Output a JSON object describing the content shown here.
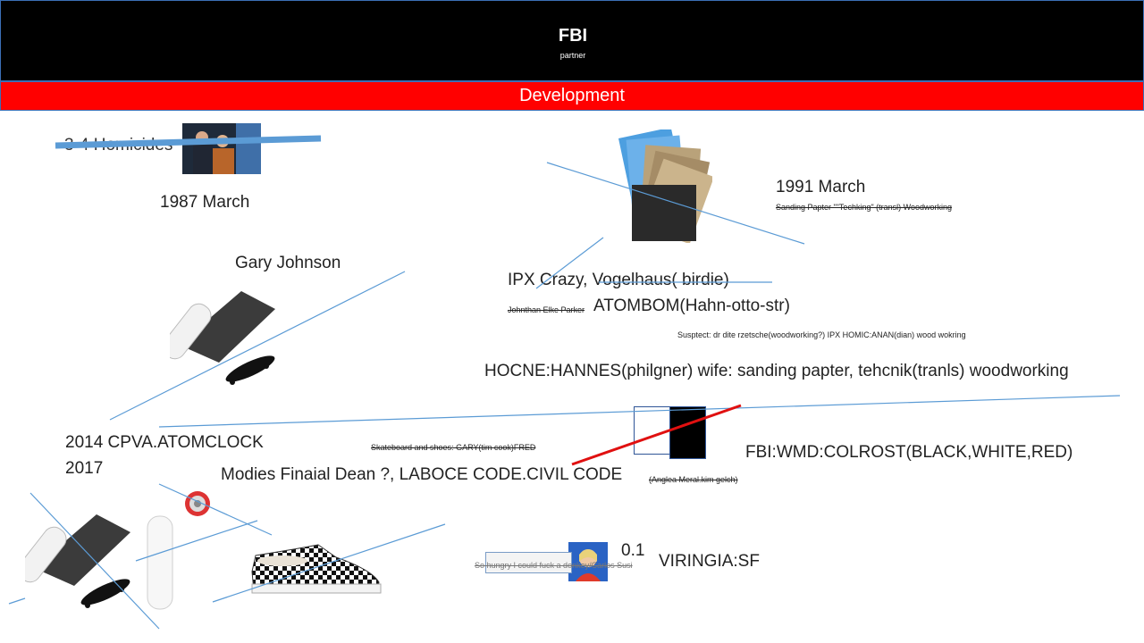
{
  "header": {
    "title": "FBI",
    "subtitle": "partner"
  },
  "band": {
    "label": "Development"
  },
  "texts": {
    "homicides": "3-4 Homicides",
    "march_1987": "1987 March",
    "march_1991": "1991 March",
    "sanding_note": "Sanding Papter \"\"Techking\" (transl) Woodworking",
    "gary": "Gary Johnson",
    "ipx_crazy": "IPX Crazy, Vogelhaus( birdie)",
    "johnathan": "Johnthan Elke Parker",
    "atombom": "ATOMBOM(Hahn-otto-str)",
    "suspect": "Susptect: dr dite rzetsche(woodworking?) IPX HOMIC:ANAN(dian) wood wokring",
    "hocne": "HOCNE:HANNES(philgner) wife:  sanding papter, tehcnik(tranls) woodworking",
    "cpva": "2014 CPVA.ATOMCLOCK",
    "year_2017": "2017",
    "skateboard_note": "Skateboard and shoes: GARY(tim cook)FRED",
    "fbi_wmd": "FBI:WMD:COLROST(BLACK,WHITE,RED)",
    "modies": "Modies Finaial Dean ?, LABOCE CODE.CIVIL CODE",
    "anglea": "(Anglea Meral.kim gelch)",
    "so_hungry": "So hungry I could fuck a donkey/Carlos Susi",
    "zero_one": "0.1",
    "virginia": "VIRINGIA:SF"
  },
  "colors": {
    "header_bg": "#000000",
    "band_bg": "#ff0000",
    "line_blue": "#5b9bd5",
    "red_line": "#e01010"
  }
}
